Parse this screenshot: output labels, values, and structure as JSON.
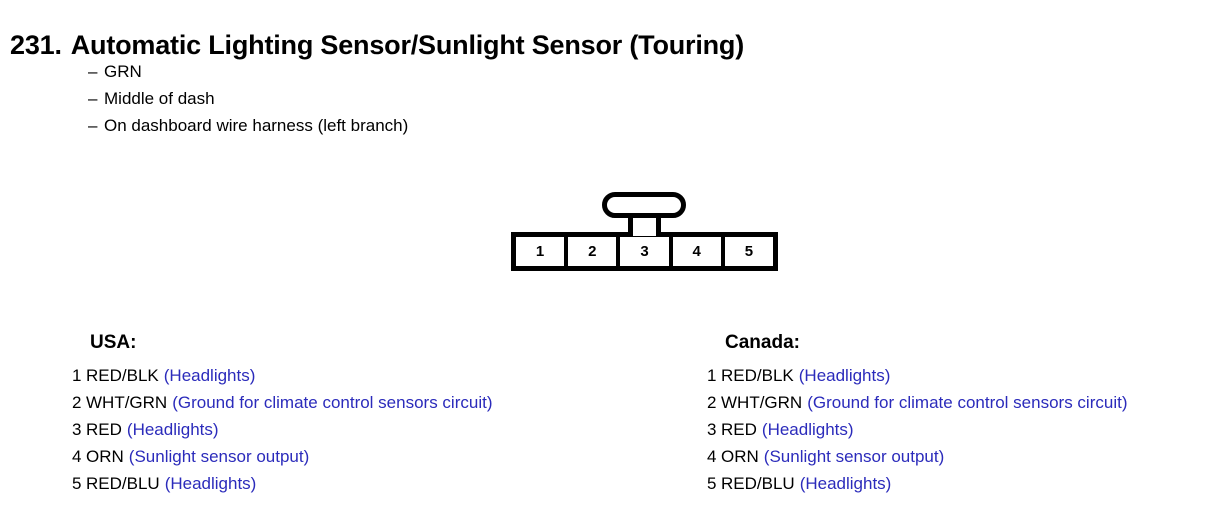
{
  "heading": {
    "number": "231.",
    "title": "Automatic Lighting Sensor/Sunlight Sensor (Touring)"
  },
  "notes": [
    {
      "dash": "–",
      "text": "GRN"
    },
    {
      "dash": "–",
      "text": "Middle of dash"
    },
    {
      "dash": "–",
      "text": "On dashboard wire harness (left branch)"
    }
  ],
  "connector": {
    "pins": [
      "1",
      "2",
      "3",
      "4",
      "5"
    ],
    "latch_position_pin": "3"
  },
  "colors": {
    "description_blue": "#2b2bbb",
    "text_black": "#000000",
    "outline_black": "#000000",
    "background": "#ffffff"
  },
  "columns": [
    {
      "title": "USA:",
      "rows": [
        {
          "num": "1",
          "wire": "RED/BLK",
          "desc": "(Headlights)"
        },
        {
          "num": "2",
          "wire": "WHT/GRN",
          "desc": "(Ground for climate control sensors circuit)"
        },
        {
          "num": "3",
          "wire": "RED",
          "desc": "(Headlights)"
        },
        {
          "num": "4",
          "wire": "ORN",
          "desc": "(Sunlight sensor output)"
        },
        {
          "num": "5",
          "wire": "RED/BLU",
          "desc": "(Headlights)"
        }
      ]
    },
    {
      "title": "Canada:",
      "rows": [
        {
          "num": "1",
          "wire": "RED/BLK",
          "desc": "(Headlights)"
        },
        {
          "num": "2",
          "wire": "WHT/GRN",
          "desc": "(Ground for climate control sensors circuit)"
        },
        {
          "num": "3",
          "wire": "RED",
          "desc": "(Headlights)"
        },
        {
          "num": "4",
          "wire": "ORN",
          "desc": "(Sunlight sensor output)"
        },
        {
          "num": "5",
          "wire": "RED/BLU",
          "desc": "(Headlights)"
        }
      ]
    }
  ]
}
